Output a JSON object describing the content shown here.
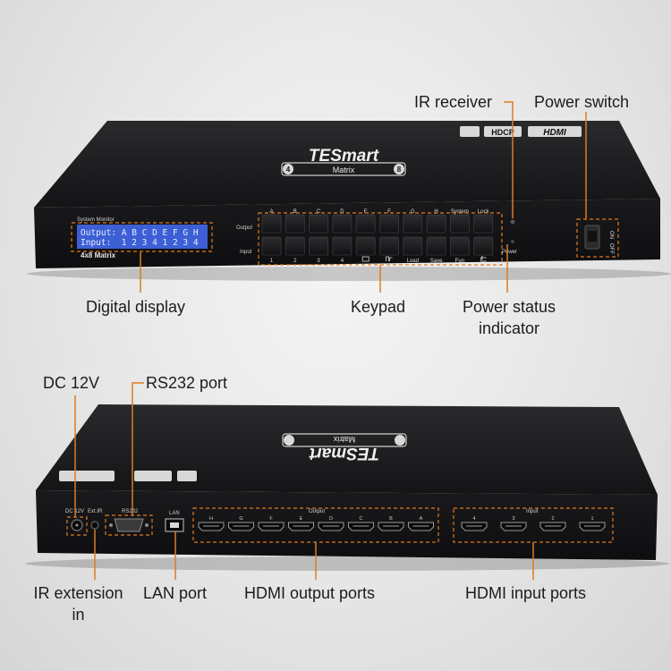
{
  "front": {
    "brand": "TESmart",
    "model_badge": "Matrix",
    "port_left": "4",
    "port_right": "8",
    "badges": [
      "HDCP",
      "HDMI"
    ],
    "system_monitor": "System Monitor",
    "lcd_output_line": "Output: A B C D E F G H",
    "lcd_input_line": "Input:  1 2 3 4 1 2 3 4",
    "lcd_model": "4x8 Matrix",
    "row_label_output": "Output",
    "row_label_input": "Input",
    "top_keys": [
      "A",
      "B",
      "C",
      "D",
      "E",
      "F",
      "G",
      "H",
      "System",
      "Lock"
    ],
    "bottom_keys": [
      "1",
      "2",
      "3",
      "4",
      "Load",
      "Save",
      "Fun"
    ],
    "power_label": "Power",
    "switch_on": "ON",
    "switch_off": "OFF"
  },
  "back": {
    "dc_label": "DC 12V",
    "ext_ir_label": "Ext.IR",
    "rs232_label": "RS232",
    "lan_label": "LAN",
    "output_group_label": "Output",
    "input_group_label": "Input",
    "output_ports": [
      "H",
      "G",
      "F",
      "E",
      "D",
      "C",
      "B",
      "A"
    ],
    "input_ports": [
      "4",
      "3",
      "2",
      "1"
    ]
  },
  "callouts": {
    "ir_receiver": "IR receiver",
    "power_switch": "Power switch",
    "digital_display": "Digital display",
    "keypad": "Keypad",
    "power_status_1": "Power status",
    "power_status_2": "indicator",
    "dc_12v": "DC 12V",
    "rs232_port": "RS232 port",
    "ir_extension_1": "IR extension",
    "ir_extension_2": "in",
    "lan_port": "LAN port",
    "hdmi_output_ports": "HDMI output ports",
    "hdmi_input_ports": "HDMI input ports"
  },
  "colors": {
    "callout_line": "#e07a1f",
    "lcd_bg": "#3d5fd6",
    "lcd_text": "#e8ecff",
    "chassis": "#1b1b1d"
  }
}
